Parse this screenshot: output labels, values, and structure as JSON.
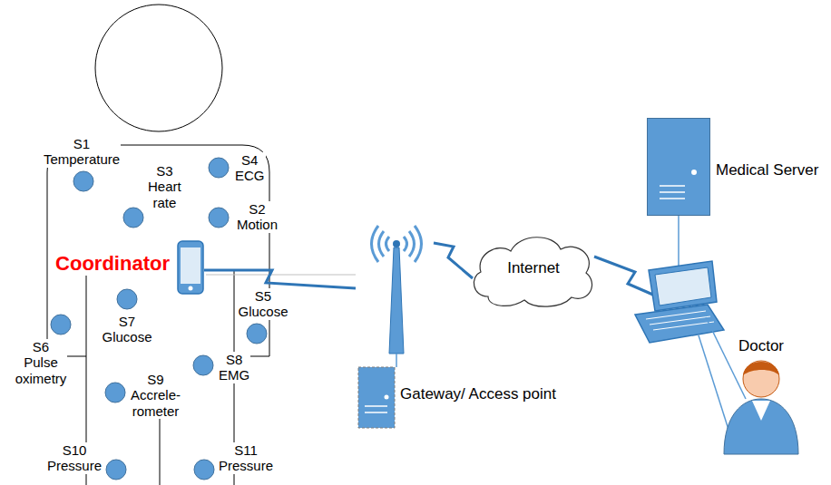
{
  "diagram": {
    "nodes": [
      {
        "text": [
          "S1 Temperature"
        ]
      },
      {
        "text": [
          "S4 ECG"
        ]
      },
      {
        "text": [
          "S3 Heart rate"
        ]
      },
      {
        "text": [
          "S2 Motion"
        ]
      },
      {
        "text": [
          "Medical Server"
        ]
      },
      {
        "text": [
          "Internet"
        ]
      },
      {
        "text": [
          "Coordinator"
        ]
      },
      {
        "text": [
          "S7 Glucose"
        ]
      },
      {
        "text": [
          "S5 Glucose"
        ]
      },
      {
        "text": [
          "S6 Pulse oximetry"
        ]
      },
      {
        "text": [
          "S8 EMG"
        ]
      },
      {
        "text": [
          "Doctor"
        ]
      },
      {
        "text": [
          "S9 Accrele- rometer"
        ]
      },
      {
        "text": [
          "Gateway/ Access point"
        ]
      },
      {
        "text": [
          "S10 Pressure"
        ]
      },
      {
        "text": [
          "S11 Pressure"
        ]
      }
    ],
    "edges": [
      {
        "from": 6,
        "to": 13,
        "arrow": "none"
      },
      {
        "from": 13,
        "to": 5,
        "arrow": "none"
      }
    ]
  }
}
